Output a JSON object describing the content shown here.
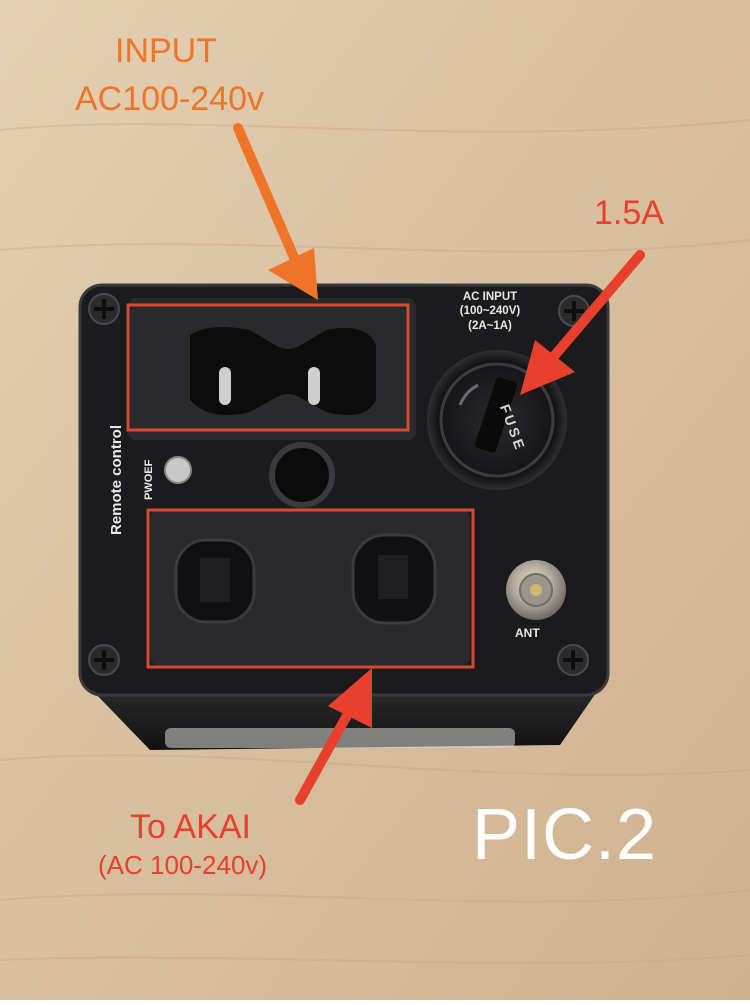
{
  "annotations": {
    "input_line1": "INPUT",
    "input_line2": "AC100-240v",
    "fuse_rating": "1.5A",
    "output_line1": "To AKAI",
    "output_line2": "(AC 100-240v)",
    "picture_label": "PIC.2"
  },
  "device_print": {
    "ac_input_line1": "AC INPUT",
    "ac_input_line2": "(100~240V)",
    "ac_input_line3": "(2A~1A)",
    "remote_control": "Remote control",
    "pwoef": "PWOEF",
    "fuse_text": "FUSE",
    "antenna": "ANT"
  },
  "colors": {
    "input_annotation": "#f07428",
    "output_annotation": "#e8402c",
    "fuse_annotation": "#e8402c",
    "picture_label": "#ffffff",
    "highlight_box": "#d84a30",
    "device_body": "#1c1c1e",
    "table_wood": "#dcc4a4"
  },
  "icons": {
    "input_arrow": "arrow-down-icon",
    "fuse_arrow": "arrow-down-left-icon",
    "output_arrow": "arrow-up-icon"
  }
}
